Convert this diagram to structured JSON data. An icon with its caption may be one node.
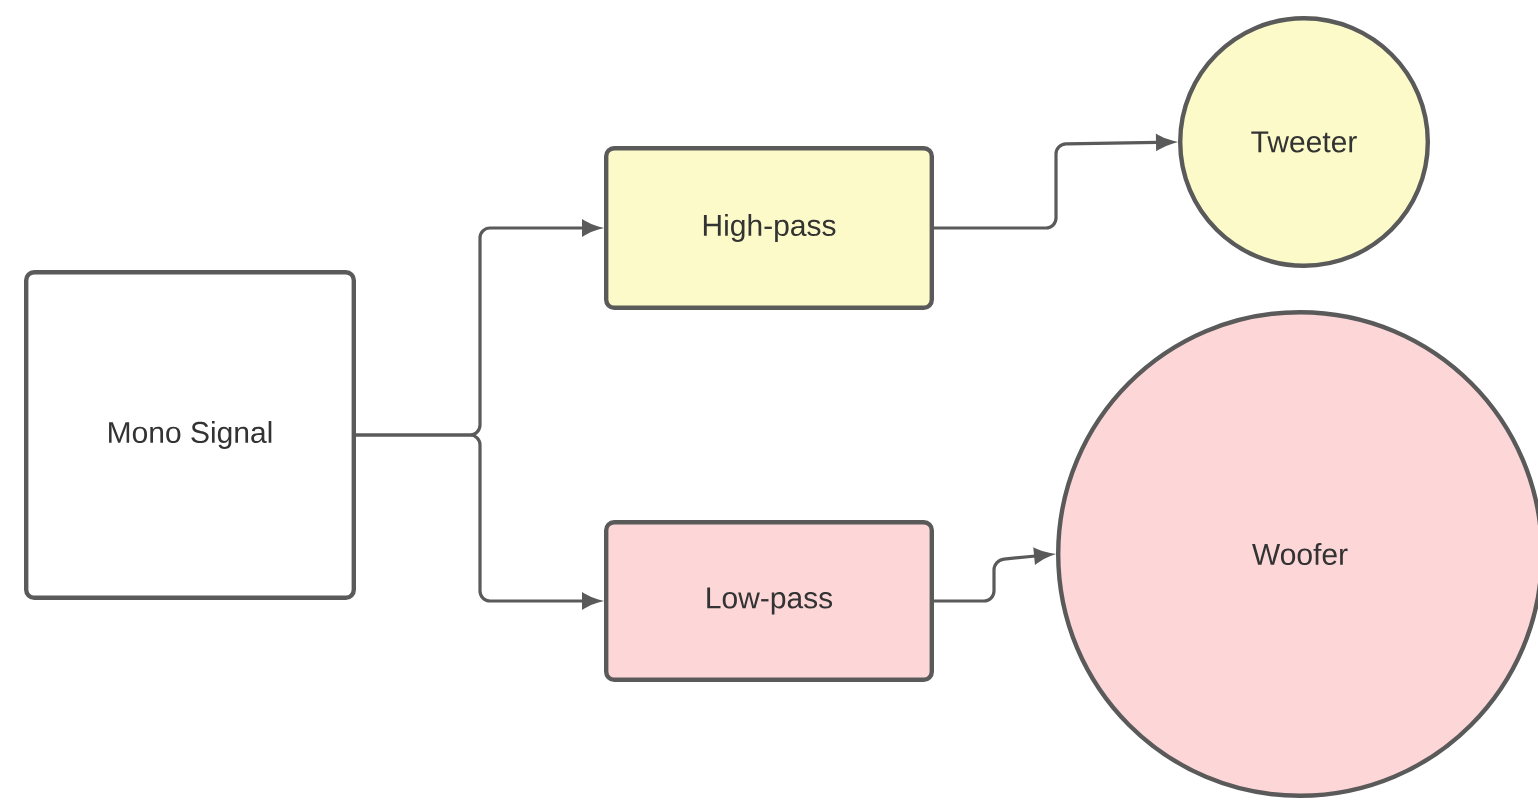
{
  "diagram": {
    "nodes": [
      {
        "text": [
          "Mono Signal"
        ]
      },
      {
        "text": [
          "High-pass"
        ]
      },
      {
        "text": [
          "Low-pass"
        ]
      },
      {
        "text": [
          "Tweeter"
        ]
      },
      {
        "text": [
          "Woofer"
        ]
      }
    ],
    "edges": [
      {
        "from": 0,
        "to": 1,
        "arrow": "to"
      },
      {
        "from": 0,
        "to": 2,
        "arrow": "to"
      },
      {
        "from": 1,
        "to": 3,
        "arrow": "to"
      },
      {
        "from": 2,
        "to": 4,
        "arrow": "to"
      }
    ]
  }
}
